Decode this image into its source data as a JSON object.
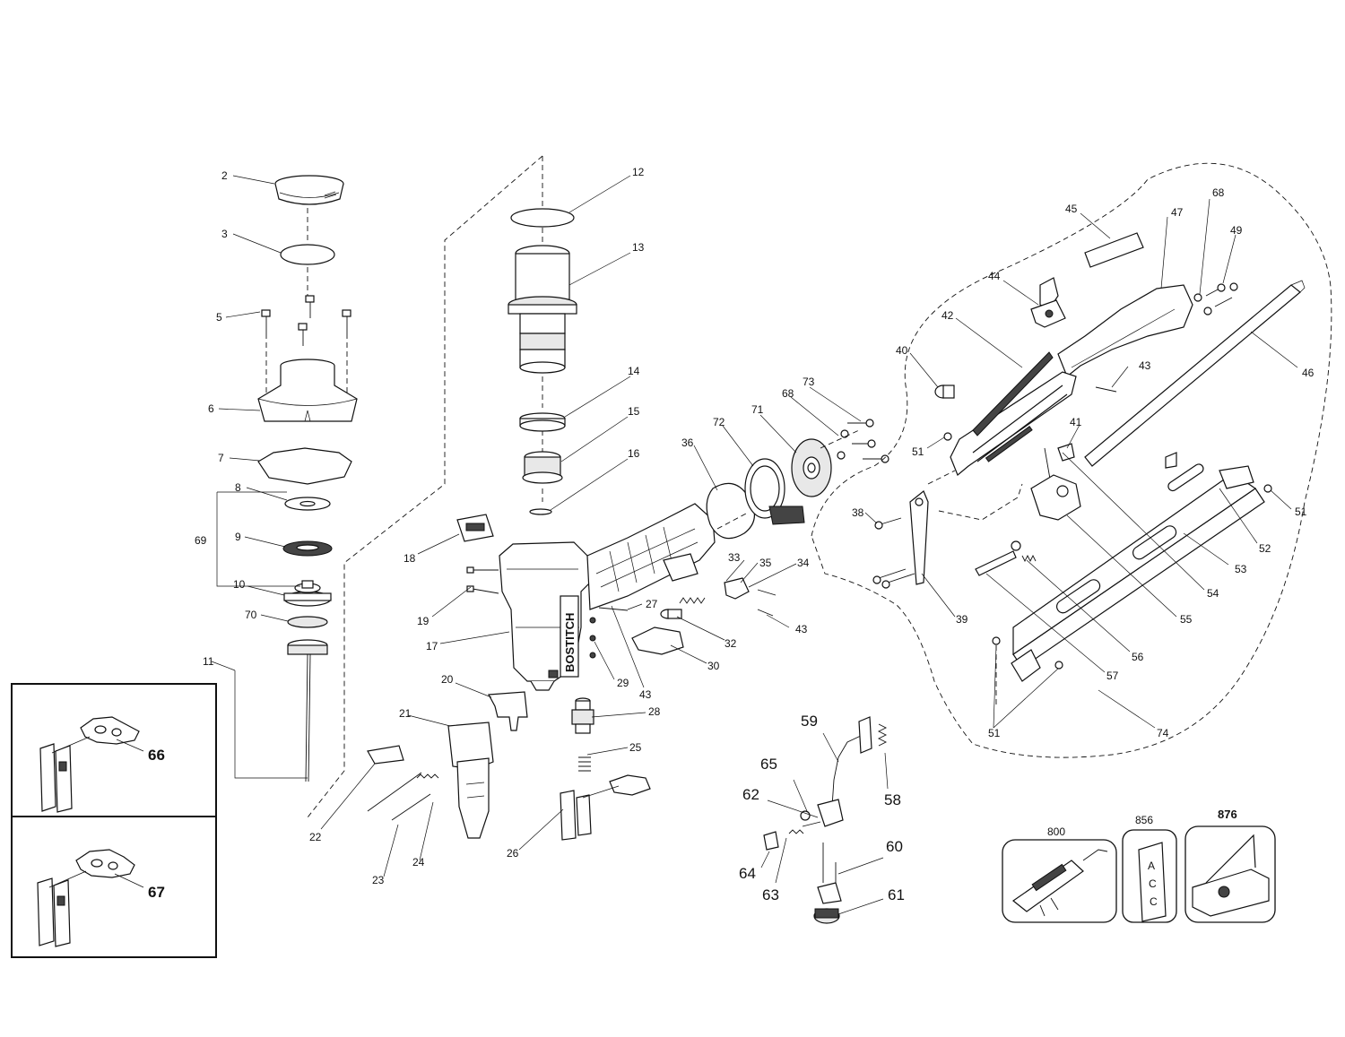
{
  "labels": {
    "p2": "2",
    "p3": "3",
    "p5": "5",
    "p6": "6",
    "p7": "7",
    "p8": "8",
    "p69": "69",
    "p9": "9",
    "p10": "10",
    "p70": "70",
    "p11": "11",
    "p66": "66",
    "p67": "67",
    "p12": "12",
    "p13": "13",
    "p14": "14",
    "p15": "15",
    "p16": "16",
    "p18": "18",
    "p19": "19",
    "p17": "17",
    "p20": "20",
    "p21": "21",
    "p22": "22",
    "p23": "23",
    "p24": "24",
    "p26": "26",
    "p25": "25",
    "p28": "28",
    "p29": "29",
    "p27": "27",
    "p43a": "43",
    "p36": "36",
    "p72": "72",
    "p71": "71",
    "p68a": "68",
    "p73": "73",
    "p33": "33",
    "p35": "35",
    "p34": "34",
    "p32": "32",
    "p30": "30",
    "p43b": "43",
    "p38": "38",
    "p39": "39",
    "p51a": "51",
    "p40": "40",
    "p42": "42",
    "p44": "44",
    "p45": "45",
    "p47": "47",
    "p68b": "68",
    "p49": "49",
    "p46": "46",
    "p43c": "43",
    "p41": "41",
    "p51b": "51",
    "p52": "52",
    "p53": "53",
    "p54": "54",
    "p55": "55",
    "p56": "56",
    "p57": "57",
    "p51c": "51",
    "p74": "74",
    "p59": "59",
    "p58": "58",
    "p65": "65",
    "p62": "62",
    "p64": "64",
    "p63": "63",
    "p60": "60",
    "p61": "61",
    "p800": "800",
    "p856": "856",
    "p876": "876"
  },
  "decals": {
    "tool_brand": "BOSTITCH",
    "acc_letters": [
      "A",
      "C",
      "C"
    ]
  }
}
